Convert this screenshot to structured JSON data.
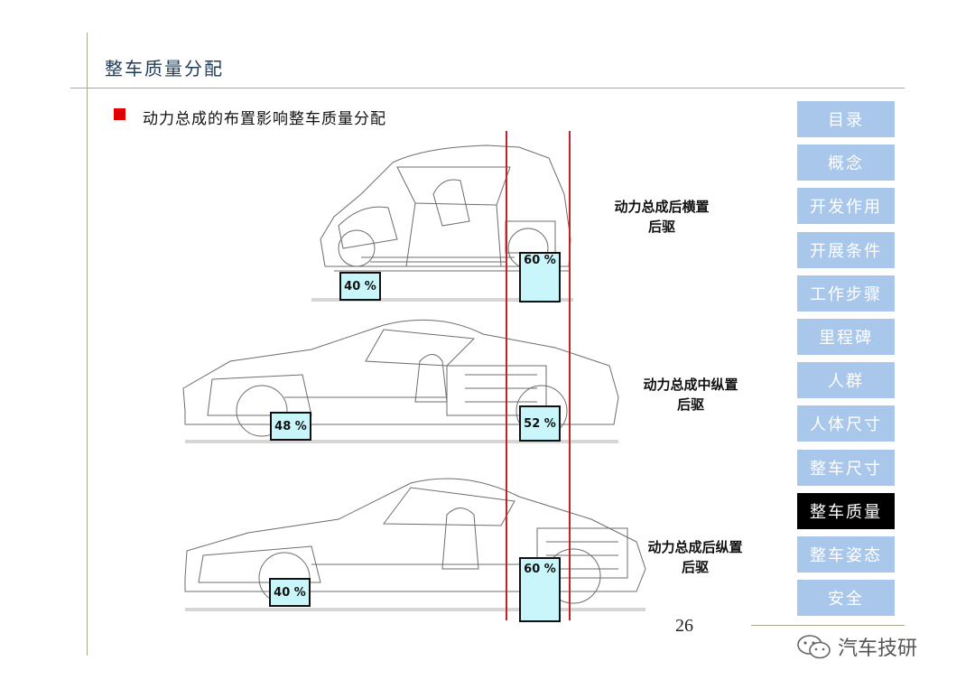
{
  "header": {
    "title": "整车质量分配"
  },
  "content": {
    "subtitle": "动力总成的布置影响整车质量分配",
    "cars": [
      {
        "caption_line1": "动力总成后横置",
        "caption_line2": "后驱",
        "front_pct": "40 %",
        "rear_pct": "60 %"
      },
      {
        "caption_line1": "动力总成中纵置",
        "caption_line2": "后驱",
        "front_pct": "48 %",
        "rear_pct": "52 %"
      },
      {
        "caption_line1": "动力总成后纵置",
        "caption_line2": "后驱",
        "front_pct": "40 %",
        "rear_pct": "60 %"
      }
    ]
  },
  "nav": {
    "items": [
      "目录",
      "概念",
      "开发作用",
      "开展条件",
      "工作步骤",
      "里程碑",
      "人群",
      "人体尺寸",
      "整车尺寸",
      "整车质量",
      "整车姿态",
      "安全"
    ],
    "active_index": 9
  },
  "footer": {
    "page_number": "26",
    "watermark": "汽车技研"
  },
  "colors": {
    "nav_bg": "#a9c7ea",
    "nav_active_bg": "#000000",
    "accent_red": "#c0232b",
    "pct_box": "#c8f6fb"
  }
}
